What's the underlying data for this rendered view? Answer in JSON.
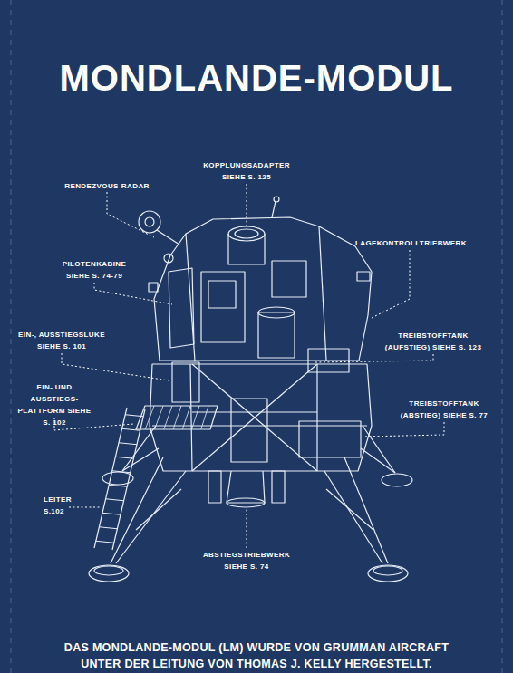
{
  "diagram": {
    "title": "MONDLANDE-MODUL",
    "caption": "DAS MONDLANDE-MODUL (LM) WURDE VON GRUMMAN AIRCRAFT UNTER DER LEITUNG VON THOMAS J. KELLY HERGESTELLT.",
    "labels": [
      "KOPPLUNGSADAPTER SIEHE S. 125",
      "RENDEZVOUS-RADAR",
      "LAGEKONTROLLTRIEBWERK",
      "PILOTENKABINE SIEHE S. 74-79",
      "EIN-, AUSSTIEGSLUKE SIEHE S. 101",
      "TREIBSTOFFTANK (AUFSTIEG) SIEHE S. 123",
      "EIN- UND AUSSTIEGS- PLATTFORM SIEHE S. 102",
      "TREIBSTOFFTANK (ABSTIEG) SIEHE S. 77",
      "LEITER S.102",
      "ABSTIEGSTRIEBWERK SIEHE S. 74"
    ]
  }
}
